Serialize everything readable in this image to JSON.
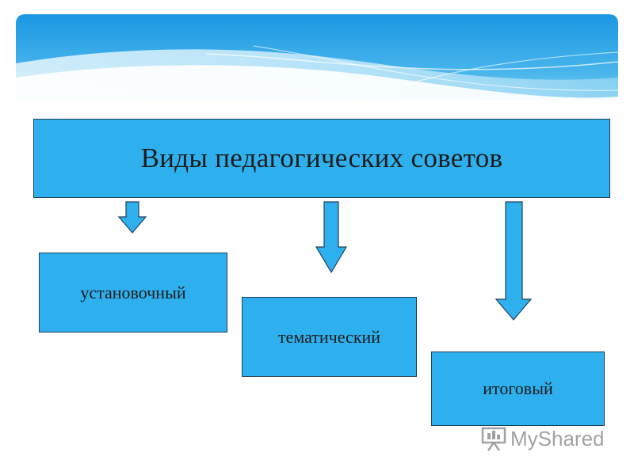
{
  "diagram": {
    "title": "Виды педагогических советов",
    "types": [
      {
        "label": "установочный"
      },
      {
        "label": "тематический"
      },
      {
        "label": "итоговый"
      }
    ]
  },
  "watermark": {
    "text": "MyShared",
    "icon": "presentation-board-icon"
  },
  "colors": {
    "box_fill": "#2fb0ee",
    "box_border": "#1f3f5a",
    "arrow_fill": "#2fb0ee",
    "banner_light": "#d6f0fb",
    "banner_mid": "#5fc4ee",
    "banner_dark": "#1e9ee6"
  }
}
